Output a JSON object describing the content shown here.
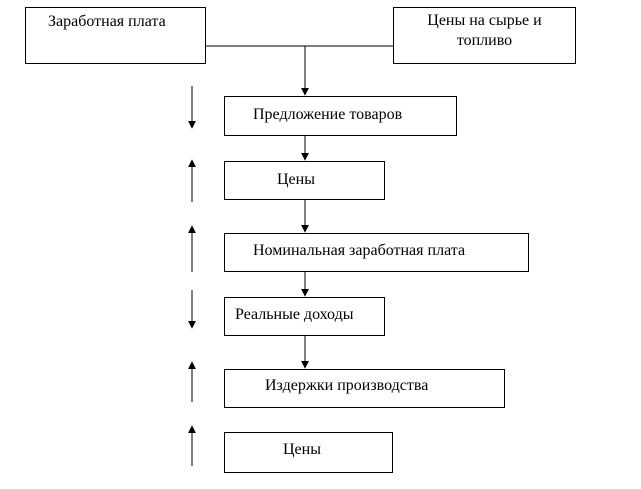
{
  "diagram": {
    "nodes": {
      "wages": "Заработная плата",
      "raw_prices_line1": "Цены на сырье и",
      "raw_prices_line2": "топливо",
      "supply": "Предложение товаров",
      "prices_1": "Цены",
      "nominal_wages": "Номинальная заработная плата",
      "real_income": "Реальные доходы",
      "production_costs": "Издержки производства",
      "prices_2": "Цены"
    },
    "trend_arrows": [
      "down",
      "up",
      "up",
      "down",
      "up",
      "up"
    ],
    "colors": {
      "line": "#000000",
      "background": "#ffffff"
    }
  }
}
